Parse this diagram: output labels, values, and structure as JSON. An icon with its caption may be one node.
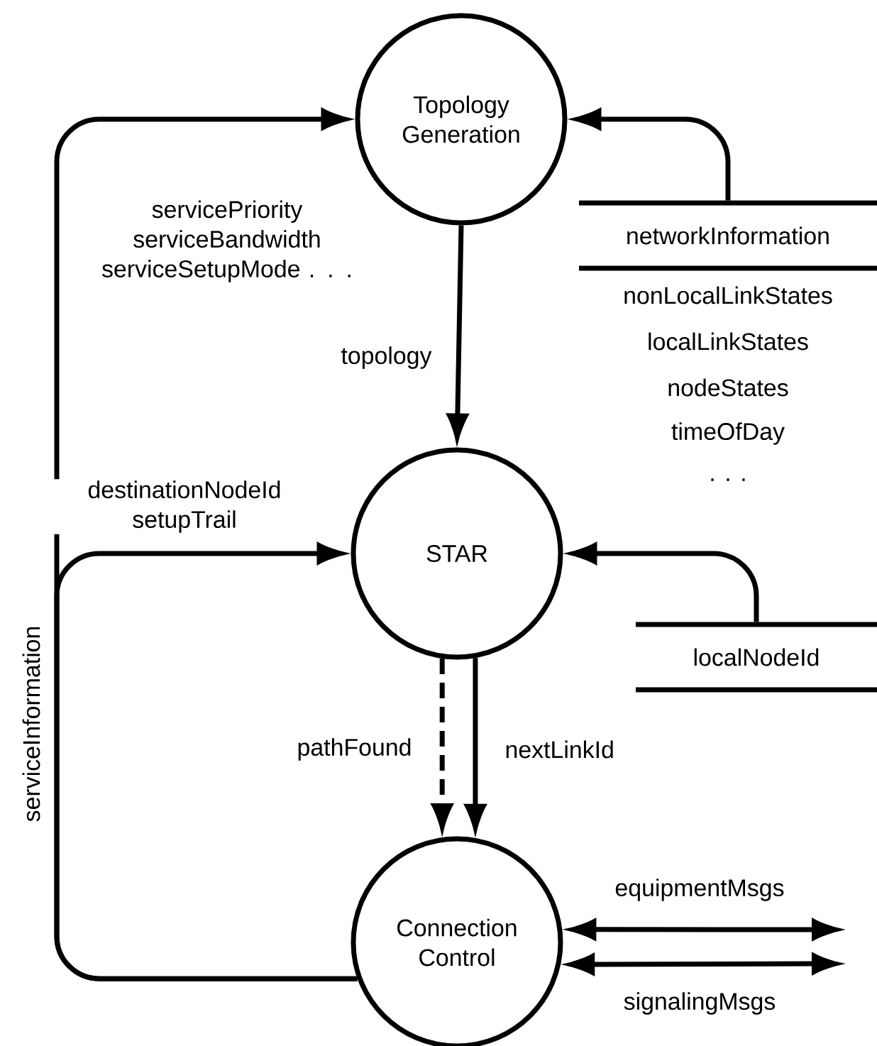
{
  "diagram": {
    "nodes": [
      {
        "text": [
          "Topology Generation"
        ]
      },
      {
        "text": [
          "networkInformation"
        ],
        "beside": [
          "nonLocalLinkStates",
          "localLinkStates",
          "nodeStates",
          "timeOfDay",
          ". . ."
        ]
      },
      {
        "text": [
          "STAR"
        ]
      },
      {
        "text": [
          "localNodeId"
        ]
      },
      {
        "text": [
          "Connection Control"
        ]
      }
    ],
    "edges": [
      {
        "from": 1,
        "to": 0,
        "arrow": "to"
      },
      {
        "from": 0,
        "to": 2,
        "arrow": "to",
        "label": "topology"
      },
      {
        "from": 3,
        "to": 2,
        "arrow": "to"
      },
      {
        "from": 4,
        "to": 0,
        "arrow": "to",
        "label": "servicePriority serviceBandwidth serviceSetupMode . . ."
      },
      {
        "from": 4,
        "to": 2,
        "arrow": "to",
        "label": "destinationNodeId setupTrail"
      },
      {
        "from": 2,
        "to": 4,
        "arrow": "to",
        "label": "pathFound",
        "style": "dashed"
      },
      {
        "from": 2,
        "to": 4,
        "arrow": "to",
        "label": "nextLinkId"
      },
      {
        "from": 4,
        "to": null,
        "arrow": "both",
        "label": "equipmentMsgs"
      },
      {
        "from": 4,
        "to": null,
        "arrow": "both",
        "label": "signalingMsgs"
      }
    ],
    "labels": [
      "serviceInformation"
    ]
  }
}
